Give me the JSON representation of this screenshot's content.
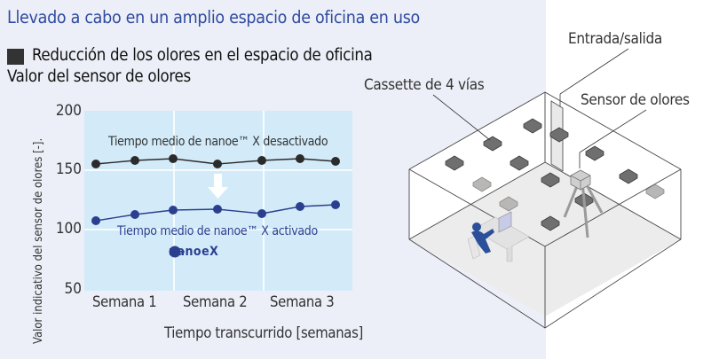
{
  "headline": "Llevado a cabo en un amplio espacio de oficina en uso",
  "section": {
    "marker": "square-bullet-icon",
    "title": "Reducción de los olores en el espacio de oficina",
    "subtitle": "Valor del sensor de olores"
  },
  "chart": {
    "ylabel": "Valor indicativo del sensor de olores [-].",
    "xlabel": "Tiempo transcurrido [semanas]",
    "yticks": [
      "200",
      "150",
      "100",
      "50"
    ],
    "xticks": [
      "Semana 1",
      "Semana 2",
      "Semana 3"
    ],
    "series_off_label": "Tiempo medio de nanoe™ X desactivado",
    "series_on_label": "Tiempo medio de nanoe™ X activado",
    "logo_text": "nanoeX",
    "colors": {
      "off": "#2b2b2b",
      "on": "#2b3f8f",
      "plot_bg": "#d3ebf9",
      "panel_bg": "#eceff7",
      "headline": "#2f4aa0"
    }
  },
  "illustration": {
    "labels": {
      "cassette": "Cassette de 4 vías",
      "entrance": "Entrada/salida",
      "sensor": "Sensor de olores"
    }
  },
  "chart_data": {
    "type": "line",
    "title": "Valor del sensor de olores",
    "xlabel": "Tiempo transcurrido [semanas]",
    "ylabel": "Valor indicativo del sensor de olores [-].",
    "x": [
      1,
      2,
      3,
      4,
      5,
      6,
      7
    ],
    "categories": [
      "Semana 1",
      "Semana 2",
      "Semana 3"
    ],
    "ylim": [
      50,
      200
    ],
    "yticks": [
      50,
      100,
      150,
      200
    ],
    "grid": true,
    "series": [
      {
        "name": "Tiempo medio de nanoe™ X desactivado",
        "color": "#2b2b2b",
        "values": [
          155,
          158,
          159,
          155,
          158,
          159,
          157
        ]
      },
      {
        "name": "Tiempo medio de nanoe™ X activado",
        "color": "#2b3f8f",
        "values": [
          107,
          113,
          116,
          117,
          113,
          119,
          121
        ]
      }
    ],
    "annotations": [
      "down arrow indicating reduction from desactivado to activado",
      "nanoeX logo"
    ]
  }
}
